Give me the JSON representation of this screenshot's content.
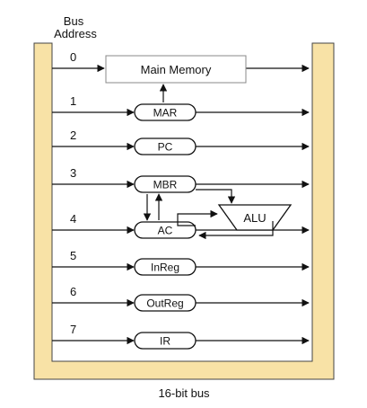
{
  "header": {
    "line1": "Bus",
    "line2": "Address"
  },
  "footer_label": "16-bit bus",
  "main_memory_label": "Main Memory",
  "alu_label": "ALU",
  "rows": [
    {
      "address": "0"
    },
    {
      "address": "1",
      "register": "MAR"
    },
    {
      "address": "2",
      "register": "PC"
    },
    {
      "address": "3",
      "register": "MBR"
    },
    {
      "address": "4",
      "register": "AC"
    },
    {
      "address": "5",
      "register": "InReg"
    },
    {
      "address": "6",
      "register": "OutReg"
    },
    {
      "address": "7",
      "register": "IR"
    }
  ],
  "colors": {
    "bus_fill": "#f8e2a6",
    "bus_stroke": "#444444",
    "line": "#111111",
    "memory_stroke": "#888888"
  }
}
